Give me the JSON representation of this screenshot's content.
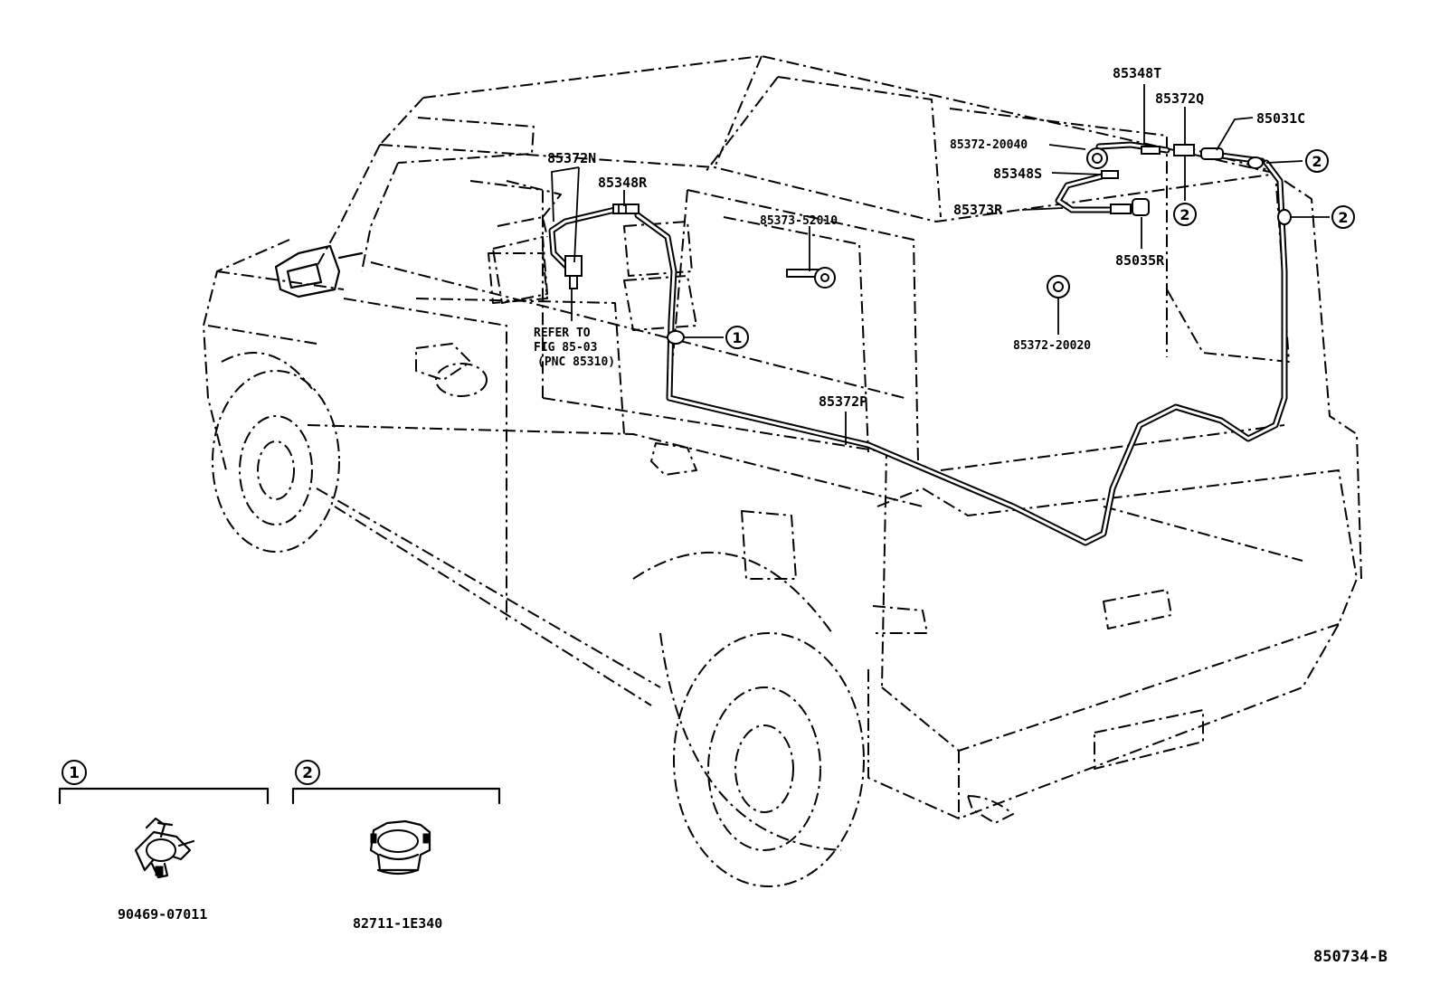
{
  "diagram_code": "850734-B",
  "callouts": {
    "one": "1",
    "two": "2"
  },
  "parts": {
    "p85372N": "85372N",
    "p85348R": "85348R",
    "p85373_52010": "85373-52010",
    "p85372P": "85372P",
    "p85348T": "85348T",
    "p85372Q": "85372Q",
    "p85031C": "85031C",
    "p85372_20040": "85372-20040",
    "p85348S": "85348S",
    "p85373R": "85373R",
    "p85035R": "85035R",
    "p85372_20020": "85372-20020",
    "p90469_07011": "90469-07011",
    "p82711_1E340": "82711-1E340"
  },
  "reference_note": {
    "line1": "REFER TO",
    "line2": "FIG 85-03",
    "line3": "(PNC 85310)"
  }
}
